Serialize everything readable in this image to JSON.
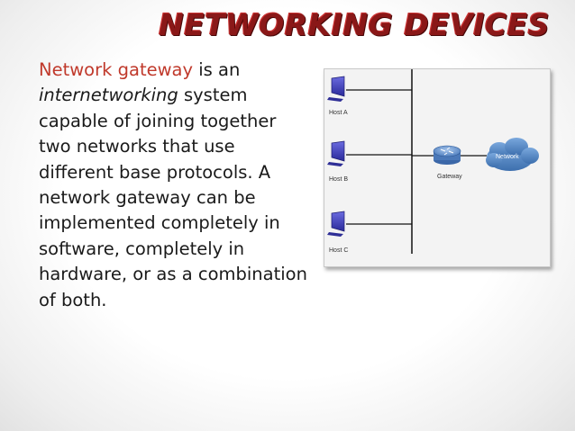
{
  "title": "NETWORKING DEVICES",
  "paragraph": {
    "term": "Network gateway",
    "part1": " is an ",
    "italic_word": "internetworking",
    "part2": " system capable of joining together two networks that use different base protocols. A network gateway can be implemented completely in software, completely in hardware, or as a combination of both."
  },
  "diagram": {
    "host_a": "Host A",
    "host_b": "Host B",
    "host_c": "Host C",
    "gateway": "Gateway",
    "network": "Network"
  },
  "colors": {
    "title": "#8a1818",
    "accent": "#c0392b",
    "host": "#3a3ab8",
    "cloud": "#4a7fbf"
  }
}
